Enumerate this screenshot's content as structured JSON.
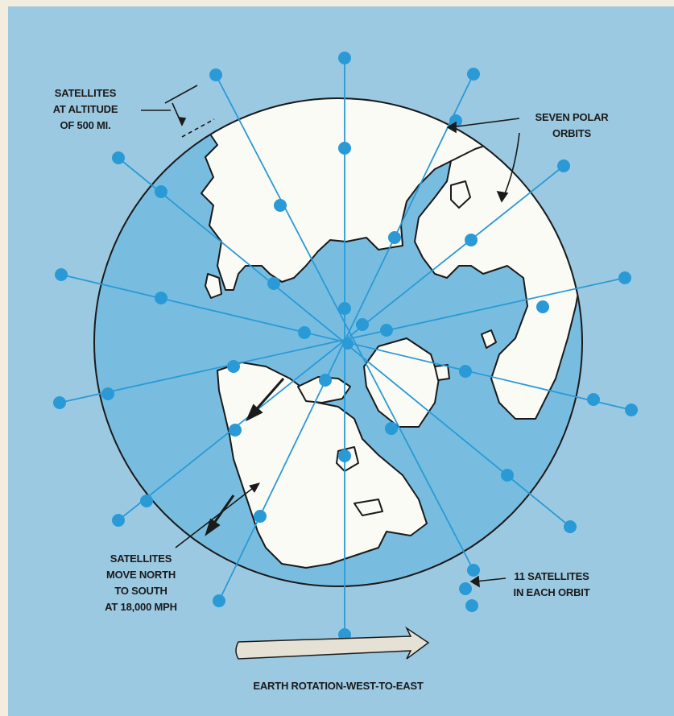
{
  "colors": {
    "outer_bg": "#9cc9e2",
    "ocean": "#78bde0",
    "land": "#fbfbf6",
    "orbit": "#2a9ad6",
    "frame": "#f2eddf",
    "arrow_fill": "#e6e1d5"
  },
  "labels": {
    "altitude": [
      "SATELLITES",
      "AT ALTITUDE",
      "OF 500 MI."
    ],
    "polar_orbits": [
      "SEVEN POLAR",
      "ORBITS"
    ],
    "movement": [
      "SATELLITES",
      "MOVE NORTH",
      "TO SOUTH",
      "AT 18,000 MPH"
    ],
    "count": [
      "11 SATELLITES",
      "IN EACH ORBIT"
    ],
    "rotation": "EARTH ROTATION-WEST-TO-EAST"
  },
  "orbit_model": {
    "polar_orbit_count": 7,
    "satellites_per_orbit": 11,
    "altitude_mi": 500,
    "speed_mph": 18000,
    "direction": "north to south",
    "earth_rotation": "west to east"
  }
}
